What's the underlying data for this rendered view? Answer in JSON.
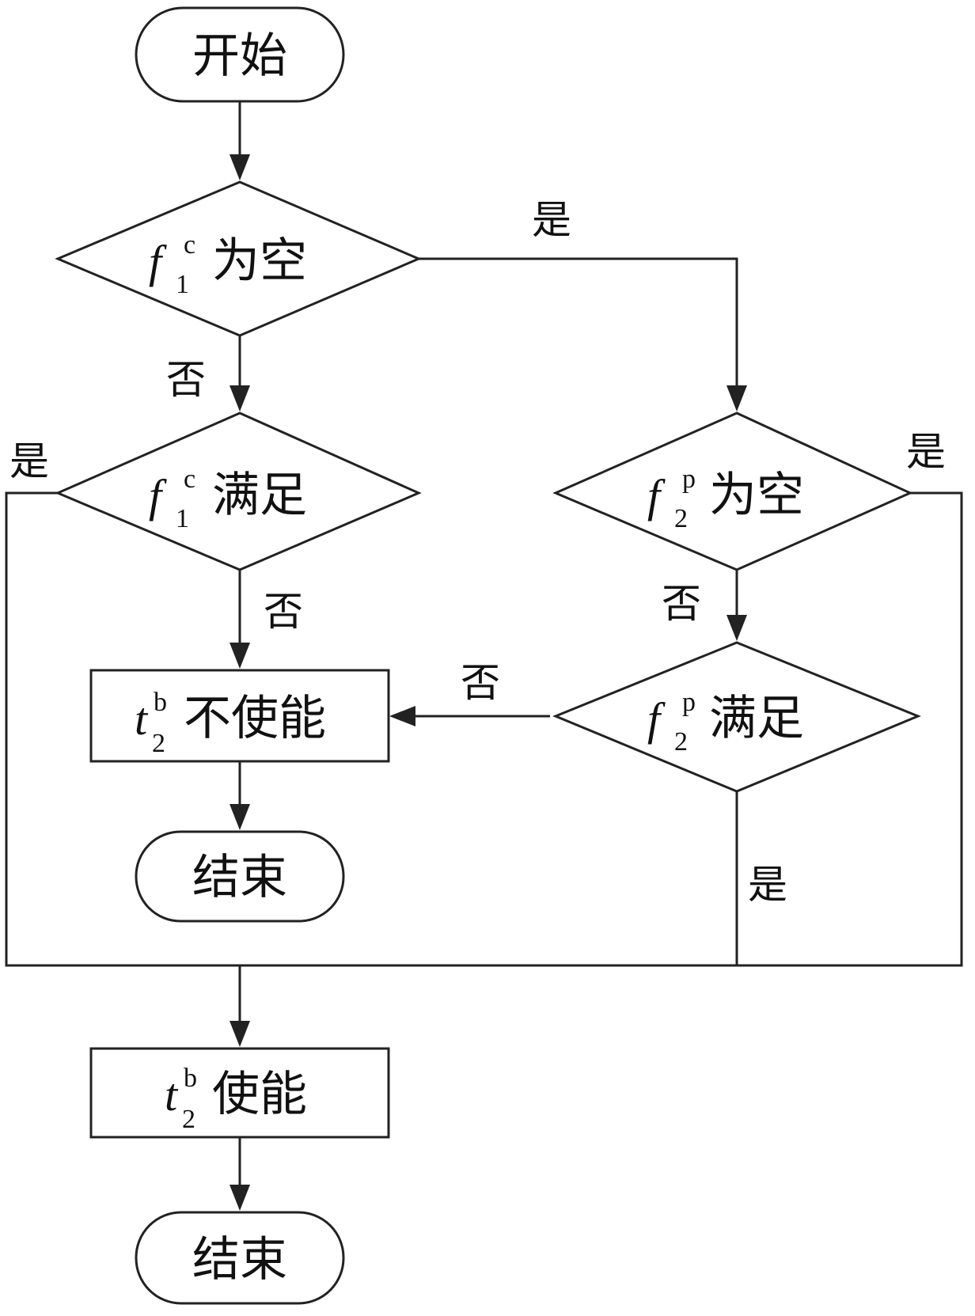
{
  "nodes": {
    "start": {
      "text": "开始"
    },
    "d1": {
      "var": "f",
      "sub": "1",
      "sup": "c",
      "text": "为空"
    },
    "d2": {
      "var": "f",
      "sub": "1",
      "sup": "c",
      "text": "满足"
    },
    "d3": {
      "var": "f",
      "sub": "2",
      "sup": "p",
      "text": "为空"
    },
    "d4": {
      "var": "f",
      "sub": "2",
      "sup": "p",
      "text": "满足"
    },
    "p1": {
      "var": "t",
      "sub": "2",
      "sup": "b",
      "text": "不使能"
    },
    "end1": {
      "text": "结束"
    },
    "p2": {
      "var": "t",
      "sub": "2",
      "sup": "b",
      "text": "使能"
    },
    "end2": {
      "text": "结束"
    }
  },
  "edge_labels": {
    "d1_yes": "是",
    "d1_no": "否",
    "d2_yes": "是",
    "d2_no": "否",
    "d3_yes": "是",
    "d3_no": "否",
    "d4_no": "否",
    "d4_yes": "是"
  }
}
